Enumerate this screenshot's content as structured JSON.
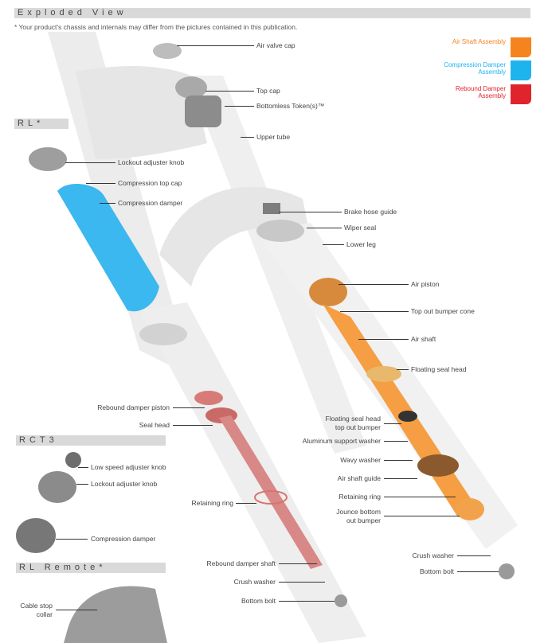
{
  "header": {
    "title": "Exploded View",
    "note": "* Your product's chassis and internals may differ from the pictures contained in this publication."
  },
  "legend": [
    {
      "label": "Air Shaft Assembly",
      "color": "#f5841f"
    },
    {
      "label": "Compression Damper Assembly",
      "color": "#1fb3ee"
    },
    {
      "label": "Rebound Damper Assembly",
      "color": "#e0242b"
    }
  ],
  "sections": {
    "rl": "RL*",
    "rct3": "RCT3",
    "rl_remote": "RL Remote*"
  },
  "labels": {
    "air_valve_cap": "Air valve cap",
    "top_cap": "Top cap",
    "bottomless_tokens": "Bottomless Token(s)™",
    "upper_tube": "Upper tube",
    "lockout_adjuster_knob_rl": "Lockout adjuster knob",
    "compression_top_cap": "Compression top cap",
    "compression_damper_rl": "Compression damper",
    "brake_hose_guide": "Brake hose guide",
    "wiper_seal": "Wiper seal",
    "lower_leg": "Lower leg",
    "air_piston": "Air piston",
    "top_out_bumper_cone": "Top out bumper cone",
    "air_shaft": "Air shaft",
    "floating_seal_head": "Floating seal head",
    "rebound_damper_piston": "Rebound damper piston",
    "seal_head": "Seal head",
    "floating_seal_head_bumper_1": "Floating seal head",
    "floating_seal_head_bumper_2": "top out bumper",
    "aluminum_support_washer": "Aluminum support washer",
    "low_speed_adjuster_knob": "Low speed adjuster knob",
    "wavy_washer": "Wavy washer",
    "lockout_adjuster_knob_rct3": "Lockout adjuster knob",
    "air_shaft_guide": "Air shaft guide",
    "retaining_ring_left": "Retaining ring",
    "retaining_ring_right": "Retaining ring",
    "jounce_1": "Jounce bottom",
    "jounce_2": "out bumper",
    "compression_damper_rct3": "Compression damper",
    "crush_washer_right": "Crush washer",
    "rebound_damper_shaft": "Rebound damper shaft",
    "bottom_bolt_right": "Bottom bolt",
    "crush_washer_left": "Crush washer",
    "bottom_bolt_left": "Bottom bolt",
    "cable_stop_1": "Cable stop",
    "cable_stop_2": "collar"
  }
}
